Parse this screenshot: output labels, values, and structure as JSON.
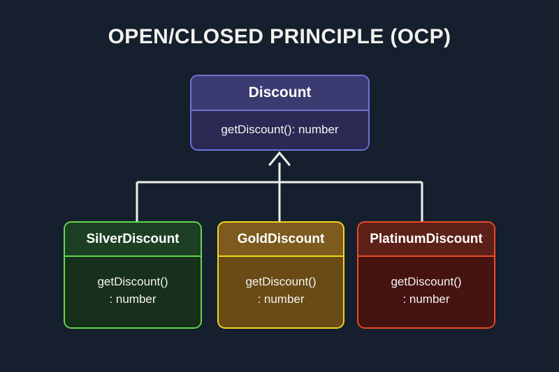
{
  "diagram": {
    "title": "OPEN/CLOSED PRINCIPLE (OCP)",
    "type": "uml-class-diagram",
    "background_color": "#151f2d",
    "title_color": "#f2f2ee",
    "relationship": "generalization",
    "parent": {
      "name": "Discount",
      "methods": [
        "getDiscount(): number"
      ],
      "border_color": "#6f74d8",
      "header_color": "#3b3b72",
      "body_color": "#2a2a54"
    },
    "children": [
      {
        "name": "SilverDiscount",
        "method_line_1": "getDiscount()",
        "method_line_2": ": number",
        "border_color": "#62d94b",
        "header_color": "#1d3f24",
        "body_color": "#16301b"
      },
      {
        "name": "GoldDiscount",
        "method_line_1": "getDiscount()",
        "method_line_2": ": number",
        "border_color": "#f2d720",
        "header_color": "#7d5a1e",
        "body_color": "#6a4b15"
      },
      {
        "name": "PlatinumDiscount",
        "method_line_1": "getDiscount()",
        "method_line_2": ": number",
        "border_color": "#ee4b26",
        "header_color": "#5c2018",
        "body_color": "#451310"
      }
    ],
    "connector_color": "#f0f0ec"
  }
}
